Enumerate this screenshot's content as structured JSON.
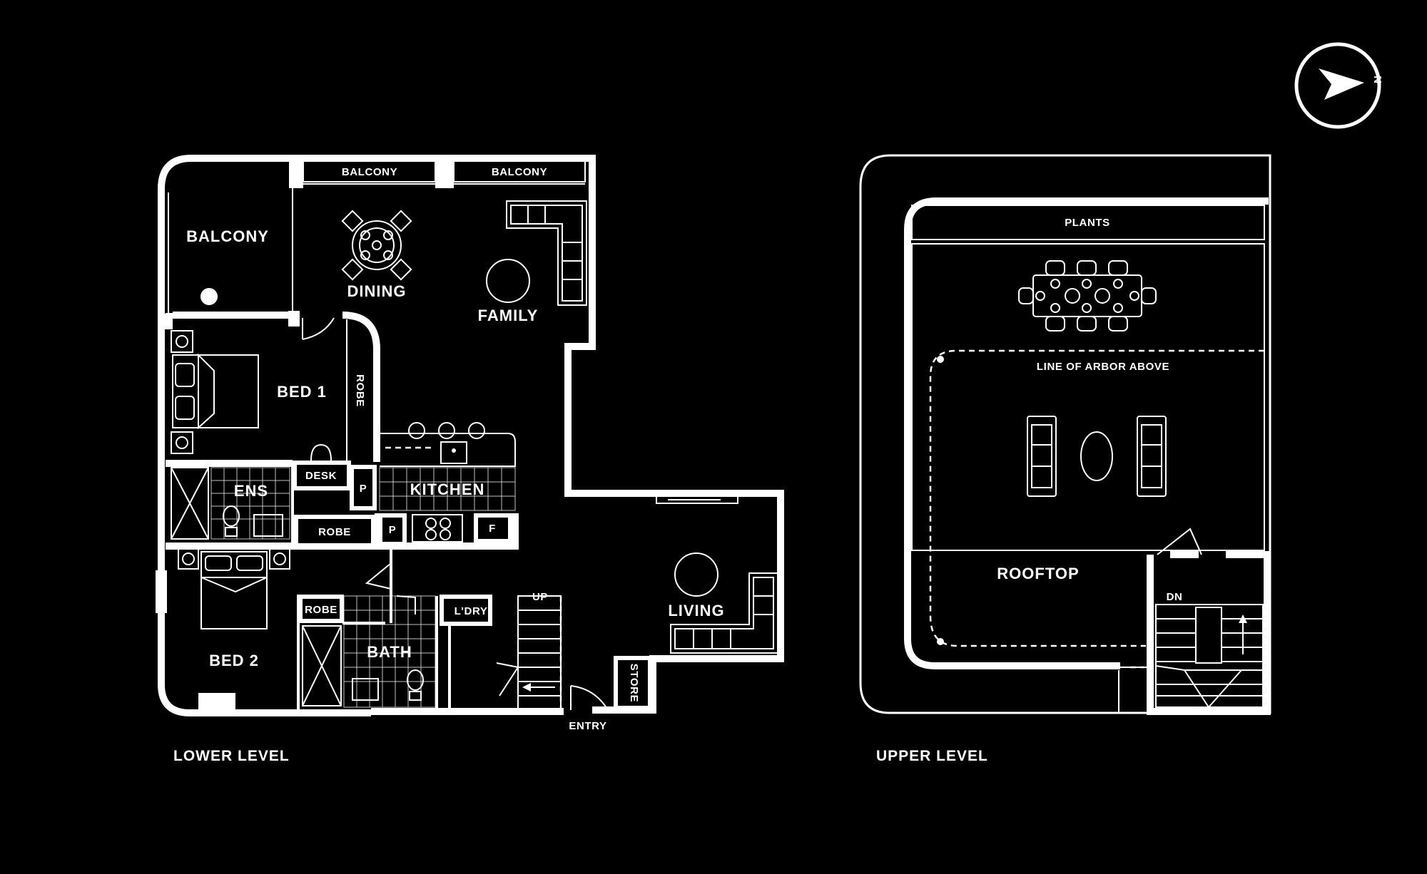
{
  "lower_level": {
    "title": "LOWER LEVEL",
    "rooms": {
      "balcony_top_left": "BALCONY",
      "balcony_top_right": "BALCONY",
      "balcony_main": "BALCONY",
      "dining": "DINING",
      "family": "FAMILY",
      "bed1": "BED 1",
      "robe_bed1": "ROBE",
      "kitchen": "KITCHEN",
      "ens": "ENS",
      "desk": "DESK",
      "robe_hall": "ROBE",
      "pantry_a": "P",
      "pantry_b": "P",
      "fridge": "F",
      "robe_bed2": "ROBE",
      "bath": "BATH",
      "laundry": "L'DRY",
      "up": "UP",
      "bed2": "BED 2",
      "living": "LIVING",
      "store": "STORE",
      "entry": "ENTRY"
    }
  },
  "upper_level": {
    "title": "UPPER LEVEL",
    "rooms": {
      "plants": "PLANTS",
      "arbor": "LINE OF ARBOR ABOVE",
      "rooftop": "ROOFTOP",
      "dn": "DN"
    }
  },
  "compass": {
    "north_label": "N",
    "icon": "north-arrow-icon"
  }
}
